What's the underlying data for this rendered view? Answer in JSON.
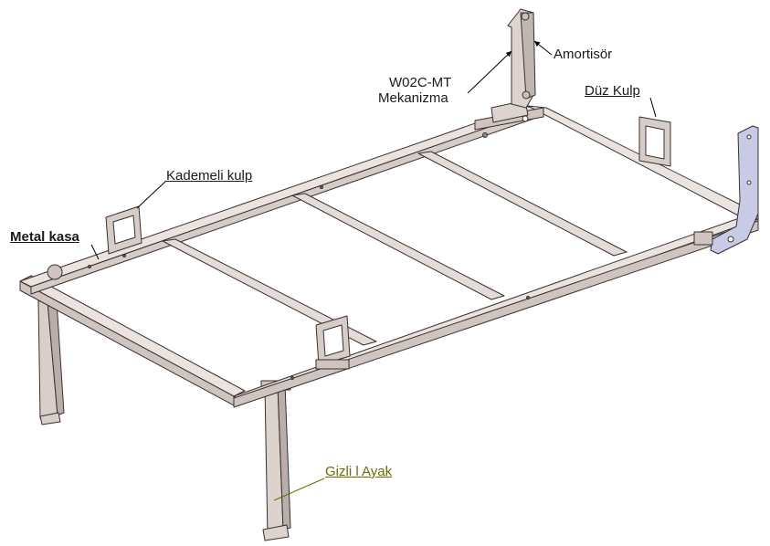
{
  "labels": {
    "amortisor": "Amortisör",
    "mechanism_line1": "W02C-MT",
    "mechanism_line2": "Mekanizma",
    "duz_kulp": "Düz Kulp",
    "kademeli_kulp": "Kademeli kulp",
    "metal_kasa": "Metal kasa",
    "gizli_ayak": "Gizli l Ayak"
  },
  "colors": {
    "frame_top": "#eae3e0",
    "frame_side": "#cfc4c0",
    "outline": "#3a3030",
    "bracket": "#c9cbe6",
    "gizli_ayak_label": "#6b6b00"
  }
}
